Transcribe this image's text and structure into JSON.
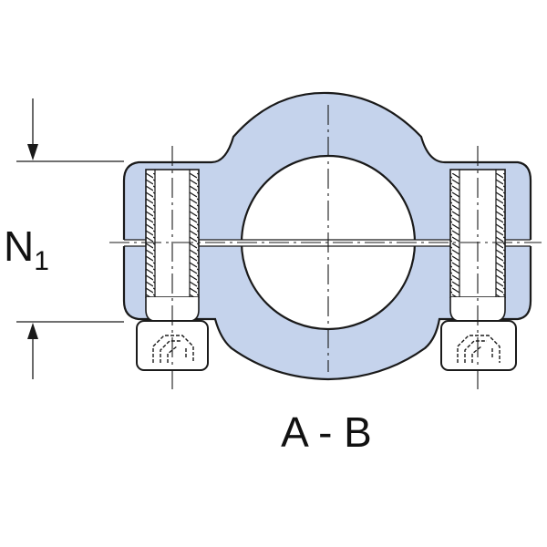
{
  "dimension": {
    "symbol": "N",
    "subscript": "1"
  },
  "section_label": "A - B",
  "colors": {
    "fill": "#c5d3ec",
    "stroke": "#1a1a1a",
    "background": "#ffffff"
  }
}
